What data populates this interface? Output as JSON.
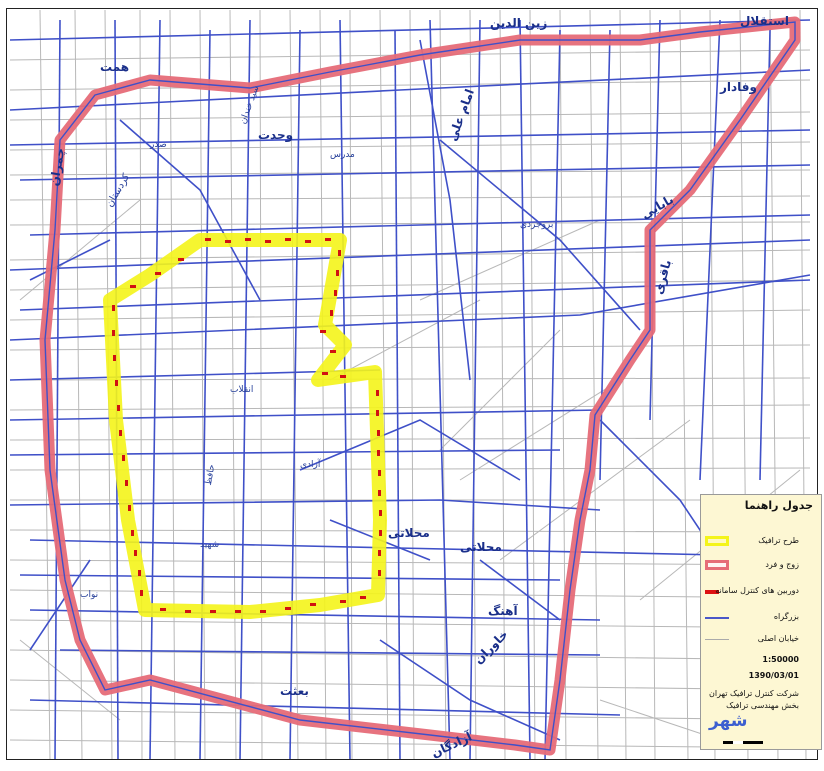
{
  "colors": {
    "traffic_zone": "#f4f41a",
    "even_odd_zone": "#e66c78",
    "camera": "#d11111",
    "main_road": "#4a57c8",
    "secondary_road": "#b3b3b3"
  },
  "streets": {
    "zeynoddin": "زین الدین",
    "esteghlal": "استقلال",
    "vafadar": "وفادار",
    "hemmat": "همت",
    "chamran": "چمران",
    "kordestan": "کردستان",
    "vahdat": "وحدت",
    "navvab": "نواب",
    "emam_ali": "امام علی",
    "babaei": "بابایی",
    "bagheri": "باقری",
    "boroujerdi": "بروجردی",
    "sadr": "صدر",
    "seyed_khandan": "سید خندان",
    "hafez": "حافظ",
    "modarres": "مدرس",
    "enghelab": "انقلاب",
    "azadi": "آزادی",
    "mahallati1": "محلاتی",
    "mahallati2": "محلاتی",
    "ahang": "آهنگ",
    "khavaran": "خاوران",
    "besat": "بعثت",
    "azadegan": "آزادگان",
    "shahid": "شهید"
  },
  "legend": {
    "title": "جدول راهنما",
    "items": [
      {
        "label": "طرح ترافیک"
      },
      {
        "label": "زوج و فرد"
      },
      {
        "label": "دوربین های کنترل سامانه"
      },
      {
        "label": "بزرگراه"
      },
      {
        "label": "خیابان اصلی"
      }
    ],
    "scale": "1:50000",
    "date": "1390/03/01",
    "org_line1": "شرکت کنترل ترافیک تهران",
    "org_line2": "بخش مهندسی ترافیک",
    "logo": "شهر"
  }
}
